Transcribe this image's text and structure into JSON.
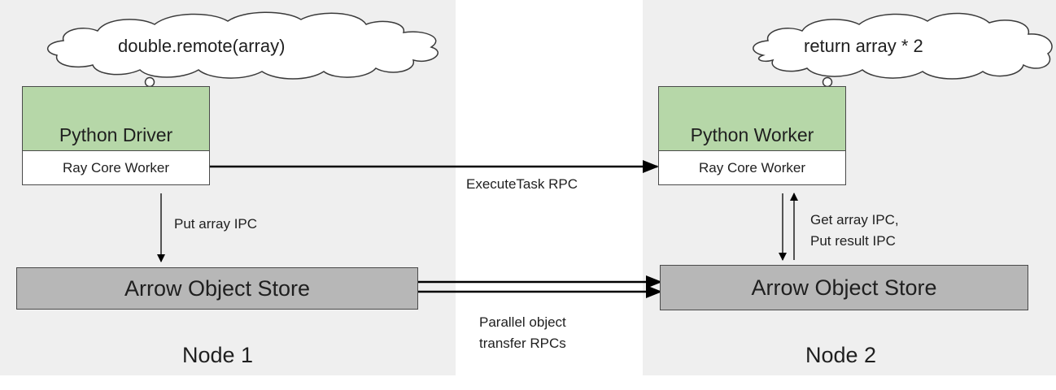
{
  "node1": {
    "thought": "double.remote(array)",
    "driver_label": "Python Driver",
    "core_worker_label": "Ray Core Worker",
    "ipc_label": "Put array IPC",
    "store_label": "Arrow Object Store",
    "node_label": "Node 1"
  },
  "node2": {
    "thought": "return array * 2",
    "worker_label": "Python Worker",
    "core_worker_label": "Ray Core Worker",
    "ipc_label_line1": "Get array IPC,",
    "ipc_label_line2": "Put result IPC",
    "store_label": "Arrow Object Store",
    "node_label": "Node 2"
  },
  "middle": {
    "execute_label": "ExecuteTask RPC",
    "transfer_label_line1": "Parallel object",
    "transfer_label_line2": "transfer RPCs"
  },
  "colors": {
    "python_box": "#b6d7a8",
    "store_box": "#b7b7b7",
    "node_background": "#efefef"
  }
}
